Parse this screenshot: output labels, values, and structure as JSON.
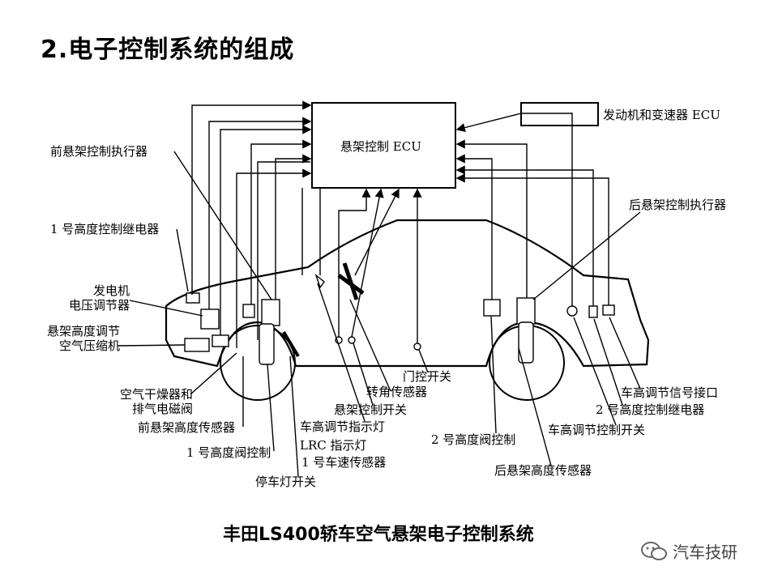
{
  "title": "2.电子控制系统的组成",
  "ecu": {
    "suspension": "悬架控制 ECU",
    "engine": "发动机和变速器 ECU"
  },
  "labels": {
    "front_actuator": "前悬架控制执行器",
    "relay1": "1 号高度控制继电器",
    "alternator_1": "发电机",
    "alternator_2": "电压调节器",
    "compressor_1": "悬架高度调节",
    "compressor_2": "空气压缩机",
    "dryer_1": "空气干燥器和",
    "dryer_2": "排气电磁阀",
    "front_height_sensor": "前悬架高度传感器",
    "valve1": "1 号高度阀控制",
    "stop_lamp": "停车灯开关",
    "height_indicator": "车高调节指示灯",
    "lrc_indicator": "LRC 指示灯",
    "speed_sensor": "1 号车速传感器",
    "susp_switch": "悬架控制开关",
    "steering_sensor": "转角传感器",
    "door_switch": "门控开关",
    "valve2": "2 号高度阀控制",
    "rear_height_sensor": "后悬架高度传感器",
    "height_switch": "车高调节控制开关",
    "relay2": "2 号高度控制继电器",
    "signal_connector": "车高调节信号接口",
    "rear_actuator": "后悬架控制执行器"
  },
  "caption": "丰田LS400轿车空气悬架电子控制系统",
  "watermark": "汽车技研"
}
